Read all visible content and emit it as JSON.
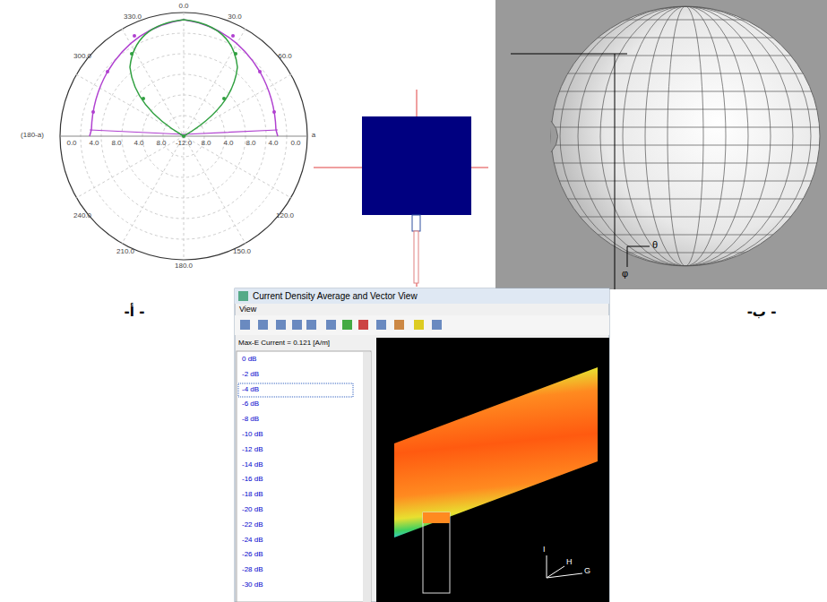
{
  "diagram": {
    "labels": [
      "0.0",
      "30.0",
      "60.0",
      "330.0",
      "300.0",
      "(180-a)",
      "0.0",
      "4.0",
      "8.0",
      "4.0",
      "8.0",
      "-12.0",
      "8.0",
      "4.0",
      "8.0",
      "4.0",
      "0.0",
      "a",
      "240.0",
      "210.0",
      "180.0",
      "150.0",
      "120.0",
      "- أ-",
      "- ب-",
      "θ",
      "φ",
      "Current Density Average and Vector View",
      "View",
      "Max-E Current = 0.121 [A/m]",
      "0 dB",
      "-2 dB",
      "-4 dB",
      "-6 dB",
      "-8 dB",
      "-10 dB",
      "-12 dB",
      "-14 dB",
      "-16 dB",
      "-18 dB",
      "-20 dB",
      "-22 dB",
      "-24 dB",
      "-26 dB",
      "-28 dB",
      "-30 dB",
      "I",
      "H",
      "G"
    ]
  }
}
